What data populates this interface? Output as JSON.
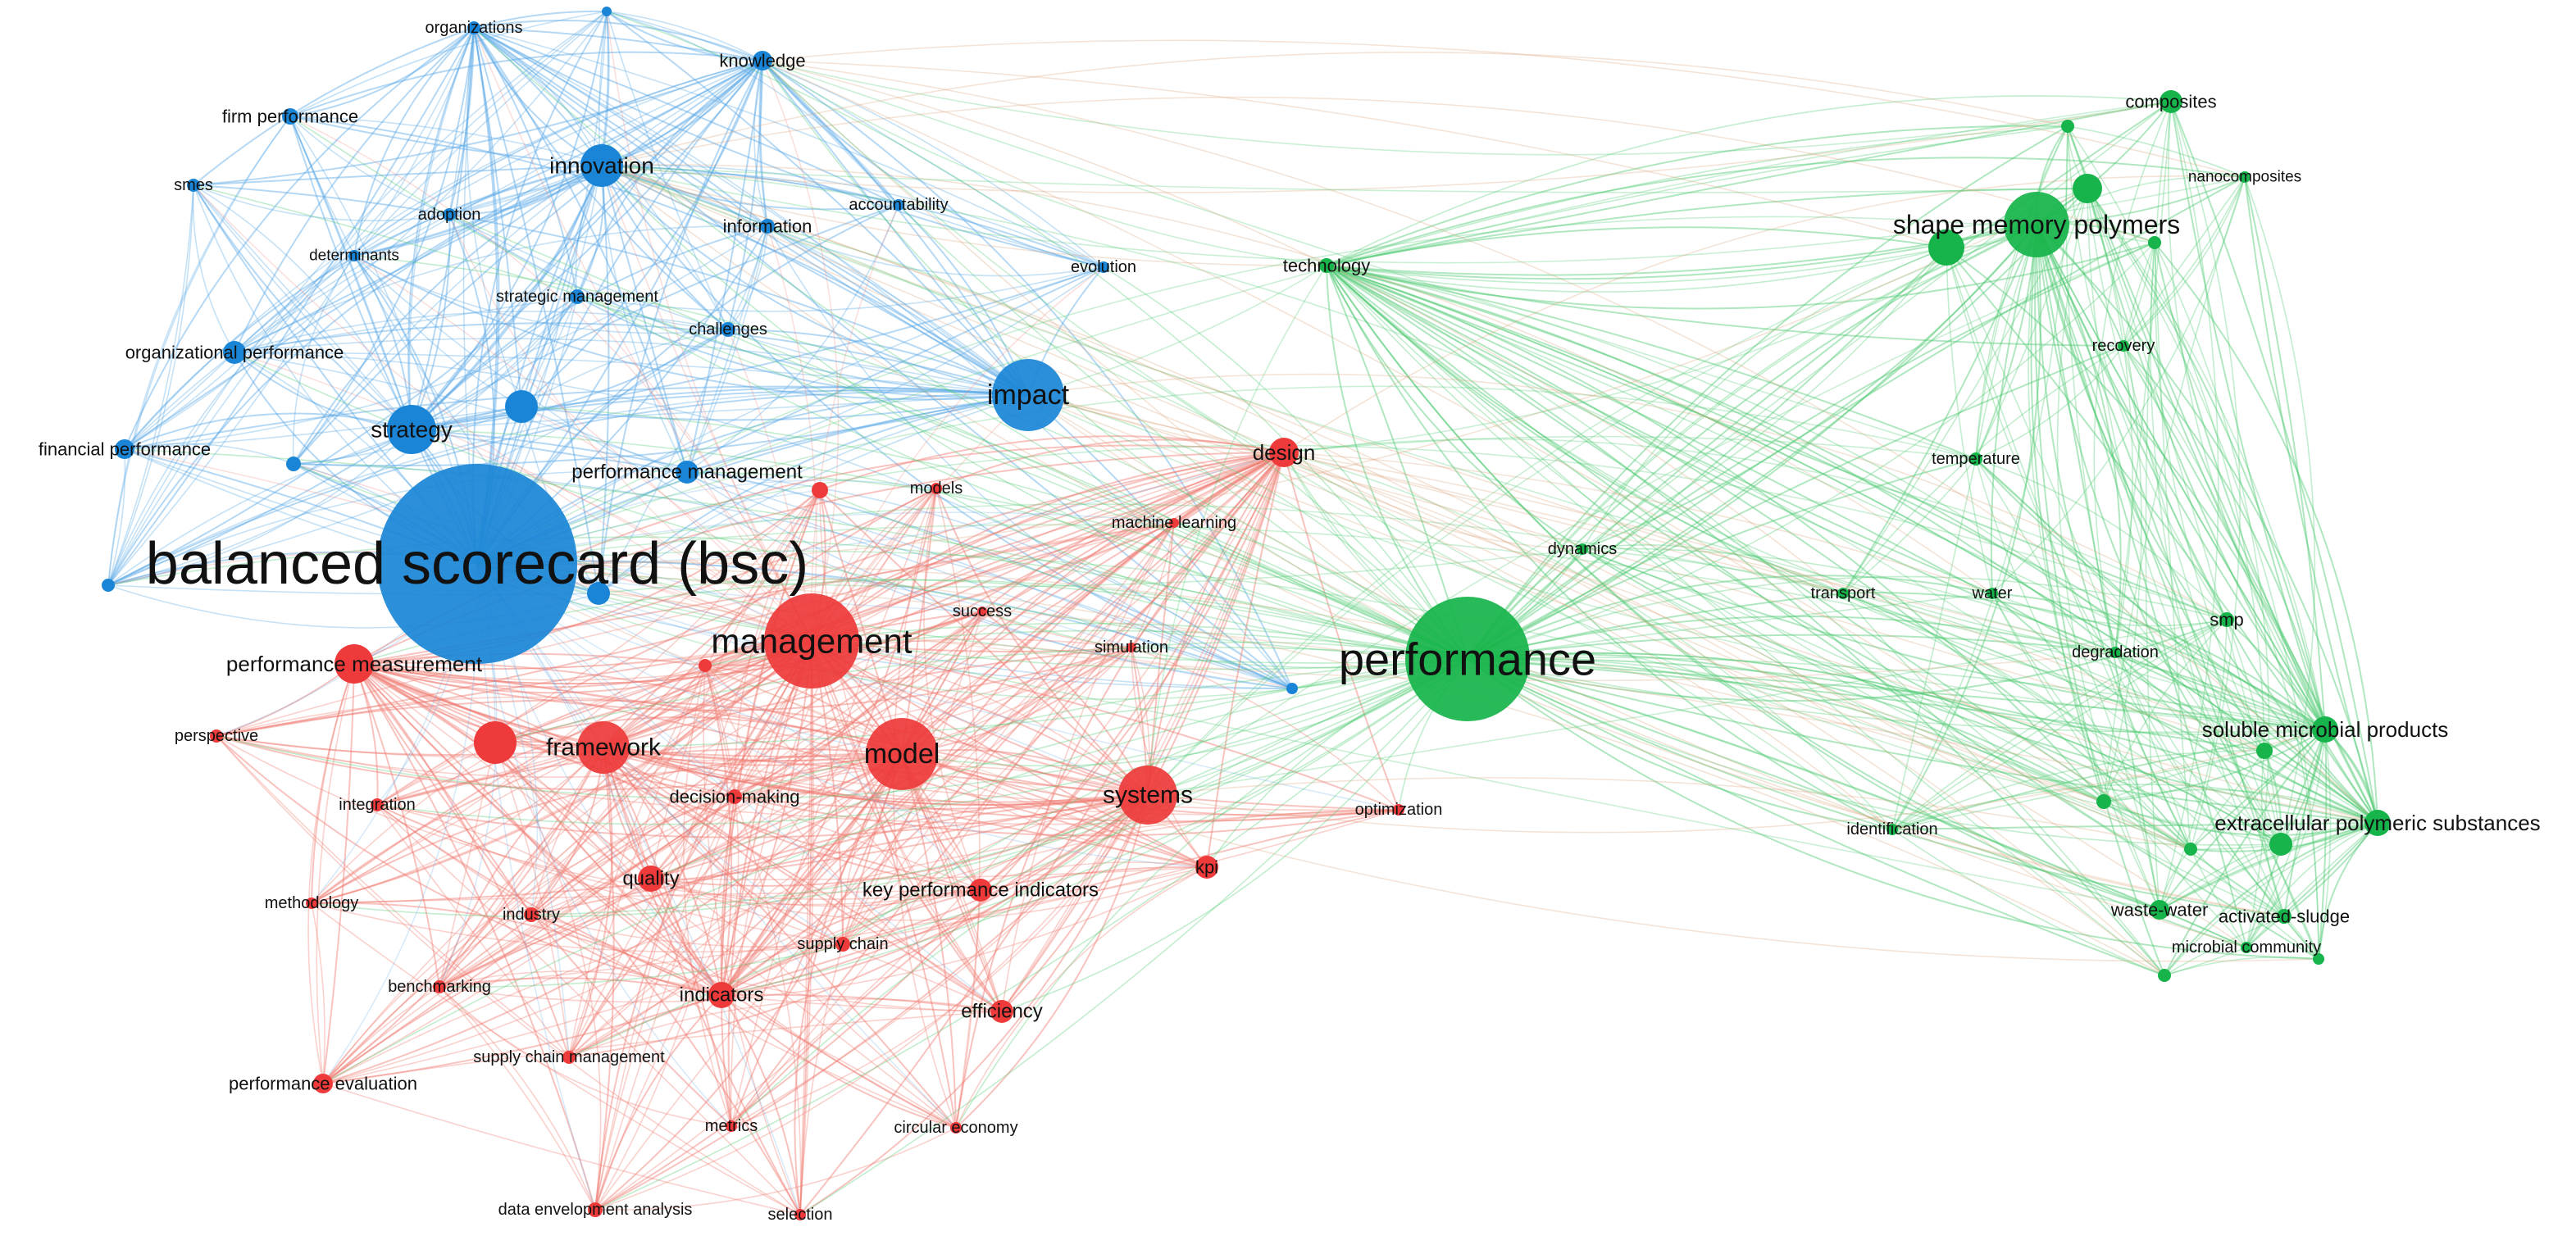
{
  "clusters": {
    "blue": {
      "node": "#1a85d6",
      "edge": "#5aa9e6"
    },
    "red": {
      "node": "#ee3a3a",
      "edge": "#f07b70"
    },
    "green": {
      "node": "#16b44a",
      "edge": "#4fca74"
    }
  },
  "nodes": [
    {
      "id": "bsc",
      "label": "balanced scorecard (bsc)",
      "cluster": "blue",
      "weight": 100
    },
    {
      "id": "impact",
      "label": "impact",
      "cluster": "blue",
      "weight": 22
    },
    {
      "id": "strategy",
      "label": "strategy",
      "cluster": "blue",
      "weight": 16
    },
    {
      "id": "innovation",
      "label": "innovation",
      "cluster": "blue",
      "weight": 12
    },
    {
      "id": "knowledge",
      "label": "knowledge",
      "cluster": "blue",
      "weight": 6
    },
    {
      "id": "organizations",
      "label": "organizations",
      "cluster": "blue",
      "weight": 4
    },
    {
      "id": "firm_performance",
      "label": "firm performance",
      "cluster": "blue",
      "weight": 4
    },
    {
      "id": "smes",
      "label": "smes",
      "cluster": "blue",
      "weight": 3
    },
    {
      "id": "adoption",
      "label": "adoption",
      "cluster": "blue",
      "weight": 4
    },
    {
      "id": "determinants",
      "label": "determinants",
      "cluster": "blue",
      "weight": 3
    },
    {
      "id": "information",
      "label": "information",
      "cluster": "blue",
      "weight": 4
    },
    {
      "id": "accountability",
      "label": "accountability",
      "cluster": "blue",
      "weight": 3
    },
    {
      "id": "evolution",
      "label": "evolution",
      "cluster": "blue",
      "weight": 3
    },
    {
      "id": "strategic_management",
      "label": "strategic management",
      "cluster": "blue",
      "weight": 4
    },
    {
      "id": "challenges",
      "label": "challenges",
      "cluster": "blue",
      "weight": 4
    },
    {
      "id": "organizational_performance",
      "label": "organizational performance",
      "cluster": "blue",
      "weight": 6
    },
    {
      "id": "financial_performance",
      "label": "financial performance",
      "cluster": "blue",
      "weight": 5
    },
    {
      "id": "performance_management",
      "label": "performance management",
      "cluster": "blue",
      "weight": 6
    },
    {
      "id": "management",
      "label": "management",
      "cluster": "red",
      "weight": 28
    },
    {
      "id": "model",
      "label": "model",
      "cluster": "red",
      "weight": 18
    },
    {
      "id": "framework",
      "label": "framework",
      "cluster": "red",
      "weight": 14
    },
    {
      "id": "systems",
      "label": "systems",
      "cluster": "red",
      "weight": 14
    },
    {
      "id": "performance_measurement",
      "label": "performance measurement",
      "cluster": "red",
      "weight": 10
    },
    {
      "id": "design",
      "label": "design",
      "cluster": "red",
      "weight": 8
    },
    {
      "id": "models",
      "label": "models",
      "cluster": "red",
      "weight": 3
    },
    {
      "id": "machine_learning",
      "label": "machine learning",
      "cluster": "red",
      "weight": 3
    },
    {
      "id": "success",
      "label": "success",
      "cluster": "red",
      "weight": 3
    },
    {
      "id": "simulation",
      "label": "simulation",
      "cluster": "red",
      "weight": 3
    },
    {
      "id": "perspective",
      "label": "perspective",
      "cluster": "red",
      "weight": 3
    },
    {
      "id": "integration",
      "label": "integration",
      "cluster": "red",
      "weight": 3
    },
    {
      "id": "decision_making",
      "label": "decision-making",
      "cluster": "red",
      "weight": 4
    },
    {
      "id": "optimization",
      "label": "optimization",
      "cluster": "red",
      "weight": 3
    },
    {
      "id": "kpi",
      "label": "kpi",
      "cluster": "red",
      "weight": 5
    },
    {
      "id": "methodology",
      "label": "methodology",
      "cluster": "red",
      "weight": 3
    },
    {
      "id": "industry",
      "label": "industry",
      "cluster": "red",
      "weight": 4
    },
    {
      "id": "quality",
      "label": "quality",
      "cluster": "red",
      "weight": 6
    },
    {
      "id": "key_performance_indicators",
      "label": "key performance indicators",
      "cluster": "red",
      "weight": 6
    },
    {
      "id": "supply_chain",
      "label": "supply chain",
      "cluster": "red",
      "weight": 4
    },
    {
      "id": "benchmarking",
      "label": "benchmarking",
      "cluster": "red",
      "weight": 3
    },
    {
      "id": "indicators",
      "label": "indicators",
      "cluster": "red",
      "weight": 6
    },
    {
      "id": "efficiency",
      "label": "efficiency",
      "cluster": "red",
      "weight": 5
    },
    {
      "id": "supply_chain_management",
      "label": "supply chain management",
      "cluster": "red",
      "weight": 4
    },
    {
      "id": "performance_evaluation",
      "label": "performance evaluation",
      "cluster": "red",
      "weight": 5
    },
    {
      "id": "metrics",
      "label": "metrics",
      "cluster": "red",
      "weight": 3
    },
    {
      "id": "circular_economy",
      "label": "circular economy",
      "cluster": "red",
      "weight": 3
    },
    {
      "id": "data_envelopment_analysis",
      "label": "data envelopment analysis",
      "cluster": "red",
      "weight": 4
    },
    {
      "id": "selection",
      "label": "selection",
      "cluster": "red",
      "weight": 3
    },
    {
      "id": "performance",
      "label": "performance",
      "cluster": "green",
      "weight": 60
    },
    {
      "id": "shape_memory_polymers",
      "label": "shape memory polymers",
      "cluster": "green",
      "weight": 12
    },
    {
      "id": "composites",
      "label": "composites",
      "cluster": "green",
      "weight": 5
    },
    {
      "id": "nanocomposites",
      "label": "nanocomposites",
      "cluster": "green",
      "weight": 3
    },
    {
      "id": "recovery",
      "label": "recovery",
      "cluster": "green",
      "weight": 3
    },
    {
      "id": "technology",
      "label": "technology",
      "cluster": "green",
      "weight": 4
    },
    {
      "id": "temperature",
      "label": "temperature",
      "cluster": "green",
      "weight": 3
    },
    {
      "id": "dynamics",
      "label": "dynamics",
      "cluster": "green",
      "weight": 3
    },
    {
      "id": "transport",
      "label": "transport",
      "cluster": "green",
      "weight": 3
    },
    {
      "id": "water",
      "label": "water",
      "cluster": "green",
      "weight": 3
    },
    {
      "id": "smp",
      "label": "smp",
      "cluster": "green",
      "weight": 4
    },
    {
      "id": "degradation",
      "label": "degradation",
      "cluster": "green",
      "weight": 3
    },
    {
      "id": "soluble_microbial_products",
      "label": "soluble microbial products",
      "cluster": "green",
      "weight": 6
    },
    {
      "id": "extracellular_polymeric_substances",
      "label": "extracellular polymeric substances",
      "cluster": "green",
      "weight": 7
    },
    {
      "id": "identification",
      "label": "identification",
      "cluster": "green",
      "weight": 3
    },
    {
      "id": "waste_water",
      "label": "waste-water",
      "cluster": "green",
      "weight": 4
    },
    {
      "id": "activated_sludge",
      "label": "activated-sludge",
      "cluster": "green",
      "weight": 4
    },
    {
      "id": "microbial_community",
      "label": "microbial community",
      "cluster": "green",
      "weight": 3
    }
  ]
}
